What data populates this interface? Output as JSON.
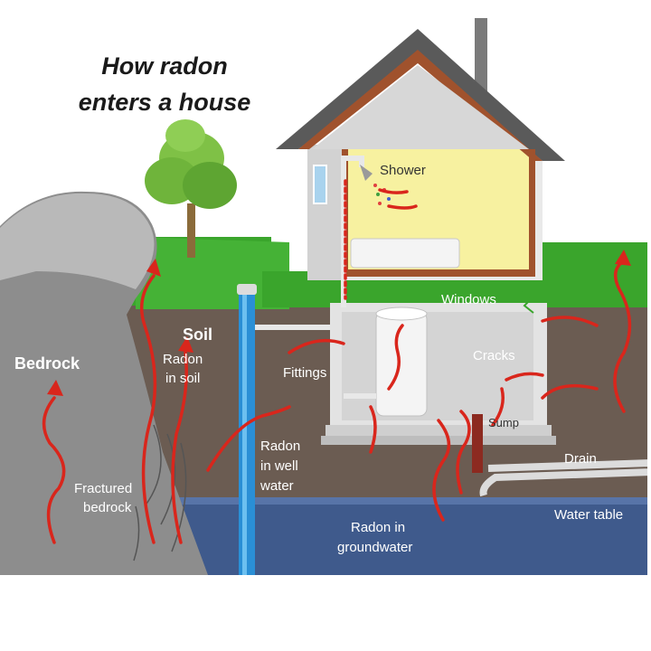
{
  "title": {
    "line1": "How radon",
    "line2": "enters a house"
  },
  "labels": {
    "shower": "Shower",
    "soil": "Soil",
    "bedrock": "Bedrock",
    "radon_in_soil_1": "Radon",
    "radon_in_soil_2": "in soil",
    "fittings": "Fittings",
    "windows": "Windows",
    "cracks": "Cracks",
    "sump": "Sump",
    "drain": "Drain",
    "radon_well_1": "Radon",
    "radon_well_2": "in well",
    "radon_well_3": "water",
    "fractured_1": "Fractured",
    "fractured_2": "bedrock",
    "water_table": "Water table",
    "groundwater_1": "Radon in",
    "groundwater_2": "groundwater"
  },
  "colors": {
    "sky": "#ffffff",
    "grass": "#3aa52c",
    "soil": "#6b5c52",
    "groundwater": "#3f5a8c",
    "bedrock": "#8a8a8a",
    "roof": "#5a5a5a",
    "house_trim": "#a0522d",
    "interior": "#f7f1a0",
    "radon_arrow": "#d9261c",
    "well": "#2a8fd6"
  },
  "icons": {
    "tree": "tree-icon",
    "shower_head": "shower-icon",
    "water_heater": "water-heater-icon"
  }
}
